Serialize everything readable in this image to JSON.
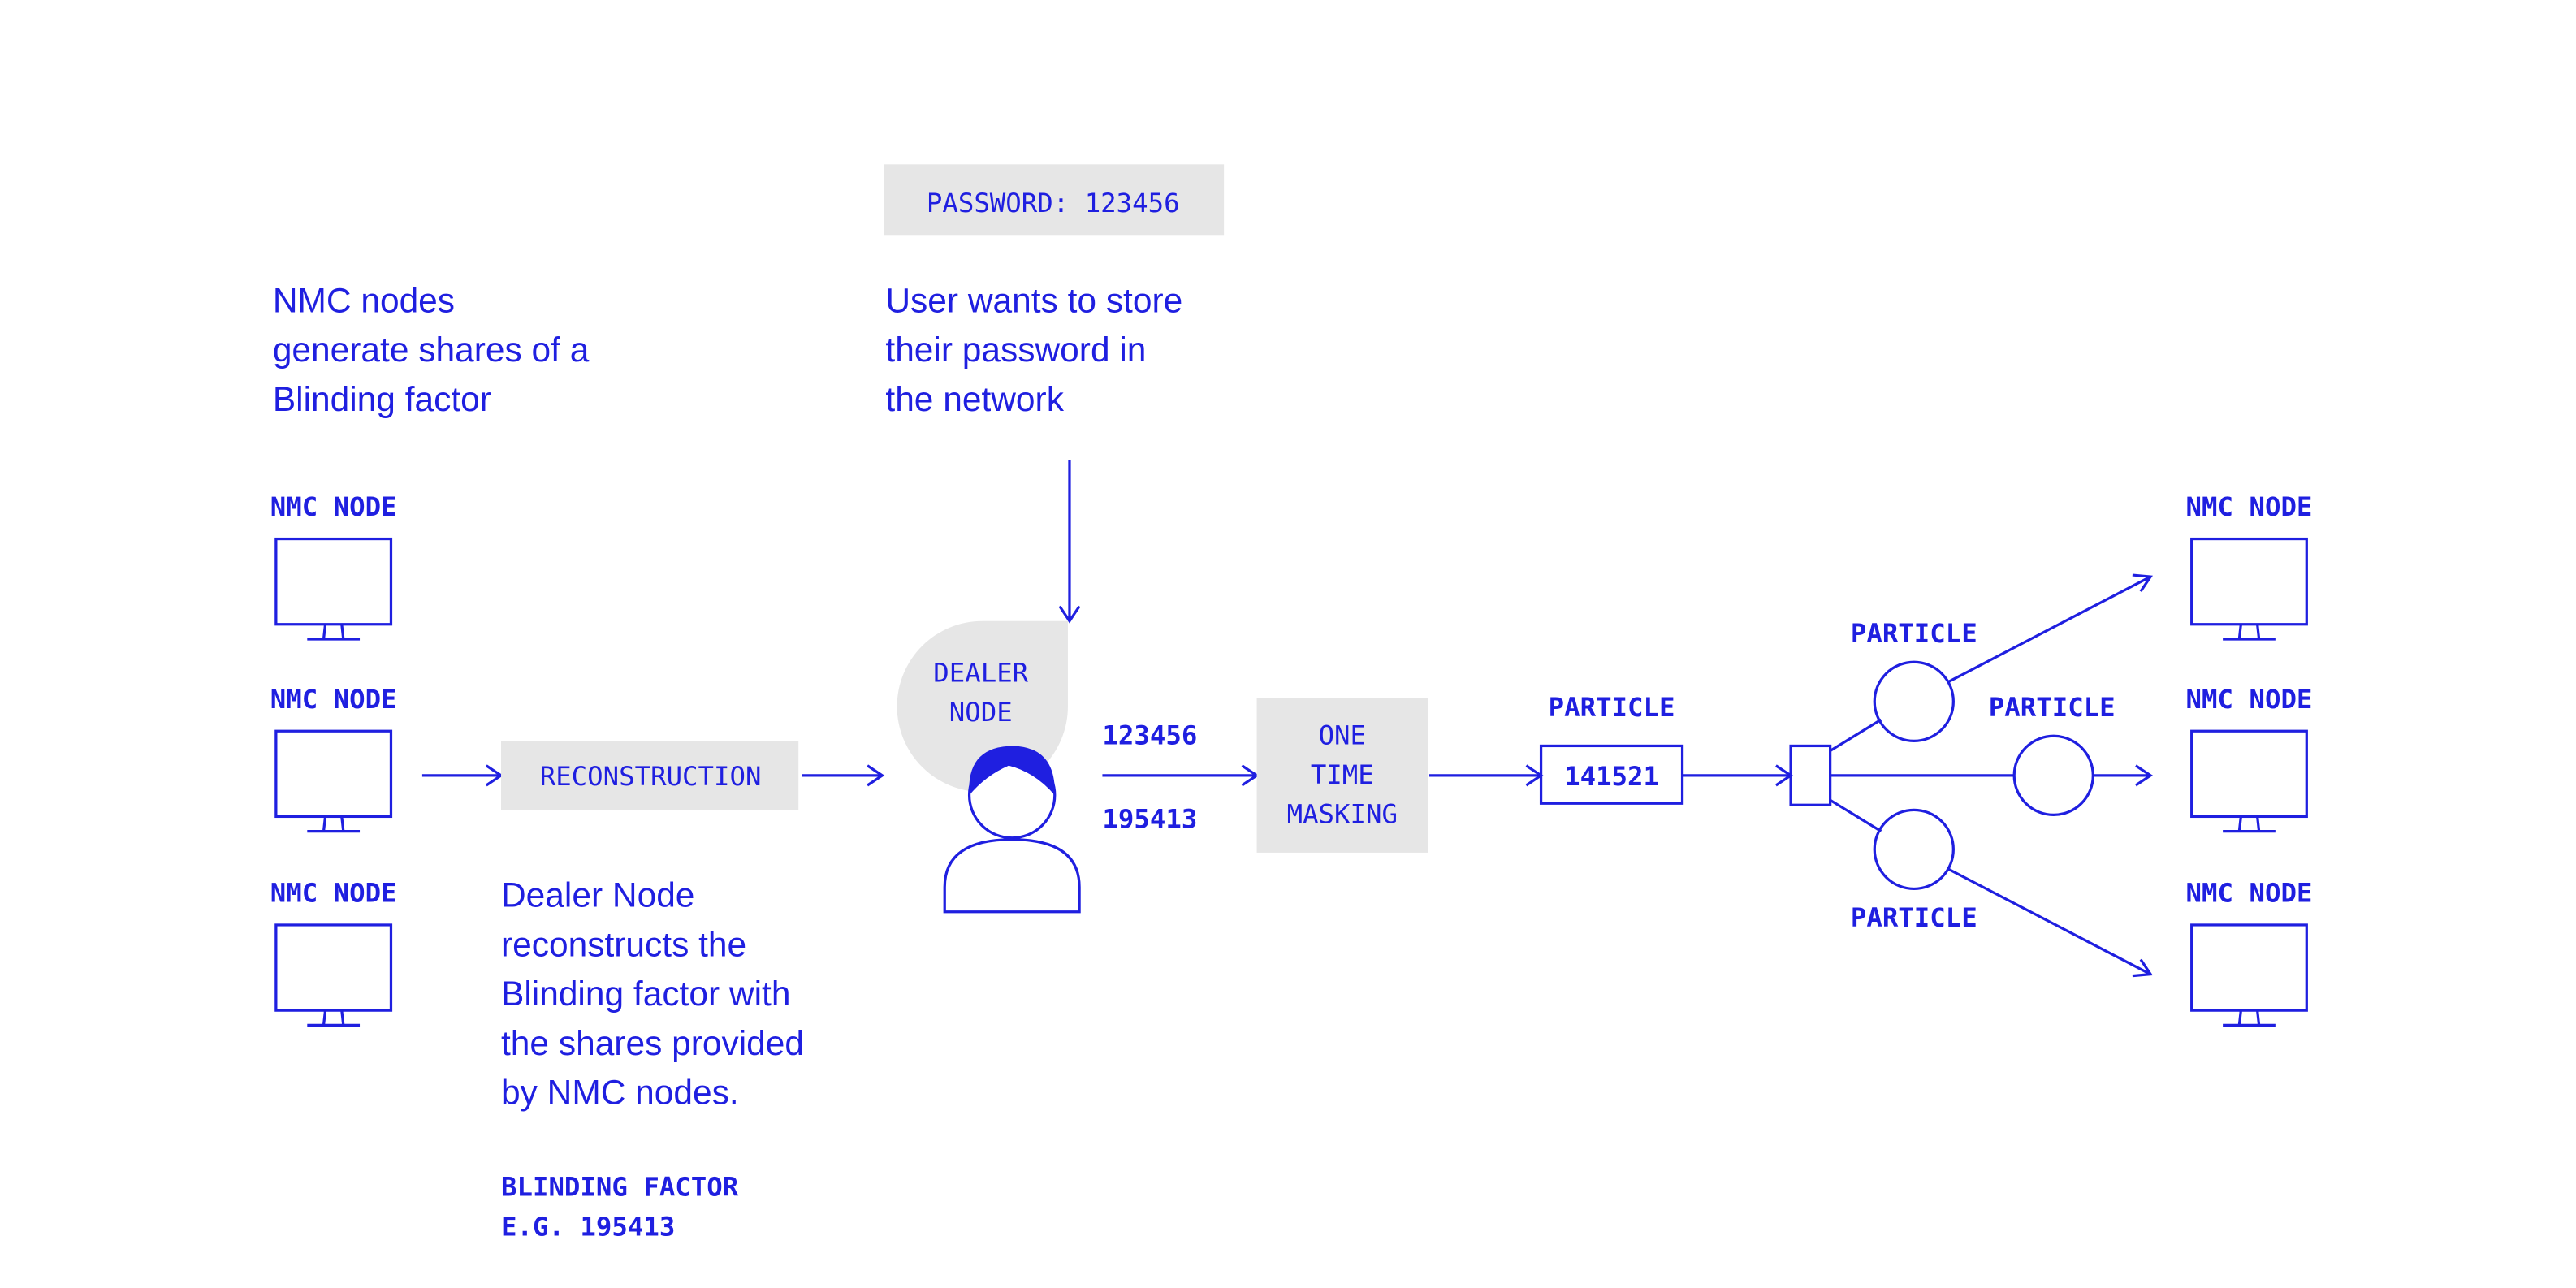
{
  "colors": {
    "ink": "#1f1fe0",
    "box_fill": "#e6e6e6",
    "background": "#ffffff"
  },
  "password_label": "PASSWORD: 123456",
  "user_text": [
    "User wants to store",
    "their password in",
    "the network"
  ],
  "nmc_text": [
    "NMC nodes",
    "generate shares of a",
    "Blinding factor"
  ],
  "dealer_text": [
    "Dealer Node",
    "reconstructs the",
    "Blinding factor with",
    "the shares provided",
    "by NMC nodes."
  ],
  "blinding_label": [
    "BLINDING FACTOR",
    "E.G. 195413"
  ],
  "left_nodes": [
    "NMC NODE",
    "NMC NODE",
    "NMC NODE"
  ],
  "right_nodes": [
    "NMC NODE",
    "NMC NODE",
    "NMC NODE"
  ],
  "reconstruction_label": "RECONSTRUCTION",
  "dealer_label": [
    "DEALER",
    "NODE"
  ],
  "values": {
    "password": "123456",
    "blinding": "195413"
  },
  "masking_label": [
    "ONE",
    "TIME",
    "MASKING"
  ],
  "particle_box": {
    "title": "PARTICLE",
    "value": "141521"
  },
  "particles": {
    "top": "PARTICLE",
    "middle": "PARTICLE",
    "bottom": "PARTICLE"
  },
  "icons": {
    "monitor": "monitor-icon",
    "person": "person-icon"
  }
}
